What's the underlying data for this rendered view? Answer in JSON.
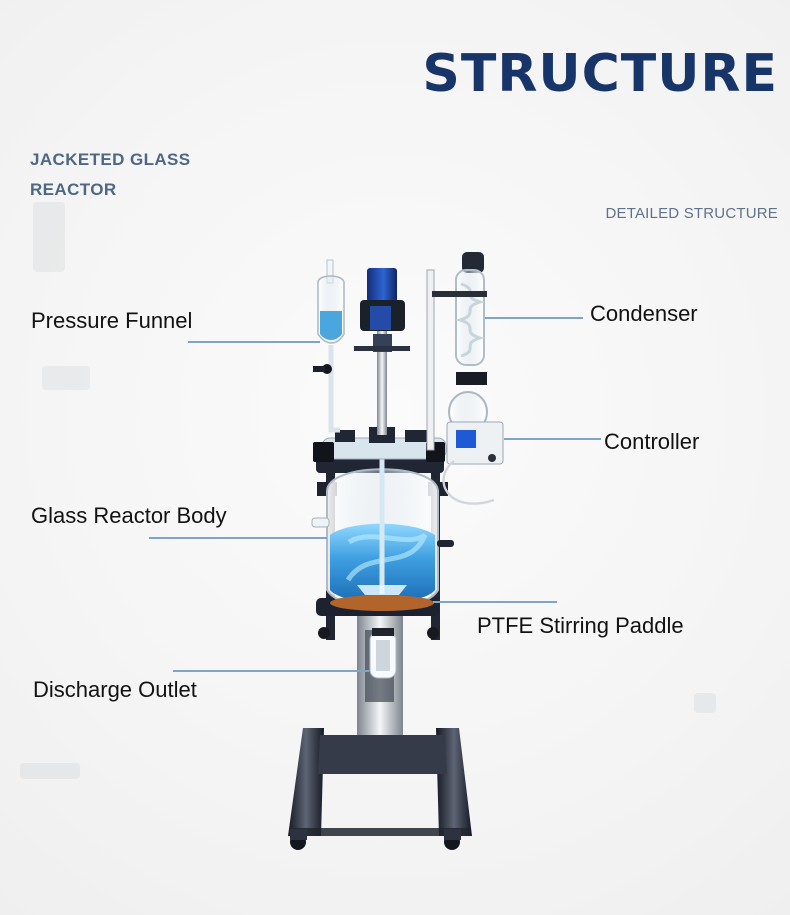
{
  "header": {
    "title": "STRUCTURE",
    "left_subtitle_line1": "JACKETED GLASS",
    "left_subtitle_line2": "REACTOR",
    "right_subtitle": "DETAILED STRUCTURE"
  },
  "labels": {
    "pressure_funnel": "Pressure Funnel",
    "condenser": "Condenser",
    "controller": "Controller",
    "glass_reactor_body": "Glass Reactor Body",
    "ptfe_stirring_paddle": "PTFE Stirring Paddle",
    "discharge_outlet": "Discharge Outlet"
  },
  "colors": {
    "title": "#183569",
    "subtitle": "#4e6784",
    "callout_line": "#7ea4c8",
    "liquid": "#3d9ad8",
    "frame": "#2d3142",
    "motor": "#1f4fbf"
  }
}
